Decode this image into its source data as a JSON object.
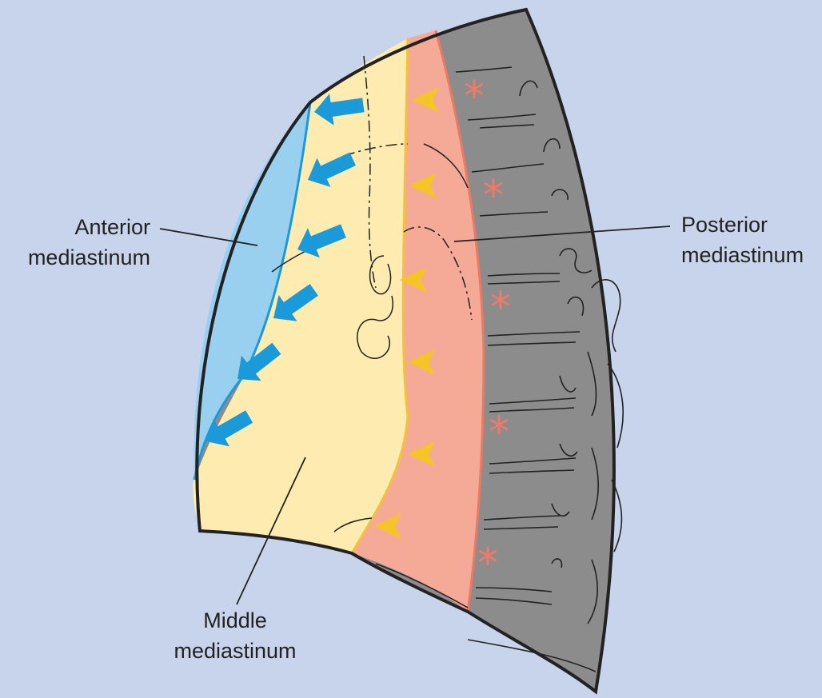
{
  "labels": {
    "anterior_line1": "Anterior",
    "anterior_line2": "mediastinum",
    "posterior_line1": "Posterior",
    "posterior_line2": "mediastinum",
    "middle_line1": "Middle",
    "middle_line2": "mediastinum"
  },
  "colors": {
    "background": "#c8d4ec",
    "anterior": "#99cfef",
    "anterior_border": "#1a9ad8",
    "middle": "#fdebb0",
    "middle_border": "#f3c23a",
    "posterior": "#f4aa96",
    "posterior_border": "#e87a66",
    "spine": "#8c8c8c",
    "outline": "#222222",
    "arrow_blue": "#1a9ad8",
    "arrow_yellow": "#f5c526",
    "asterisk": "#ee7a6a"
  },
  "asterisk_glyph": "*",
  "icons": {
    "blue_arrow": "arrow-left-blue",
    "yellow_arrow": "arrowhead-left-yellow"
  }
}
